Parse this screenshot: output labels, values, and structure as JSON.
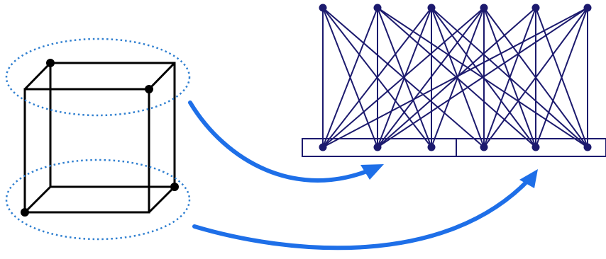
{
  "colors": {
    "cube_edge": "#000000",
    "cube_vertex": "#000000",
    "selection_ellipse": "#2f7fd0",
    "arrow": "#1e6fe8",
    "graph_edge": "#1c1a6e",
    "graph_vertex": "#1c1a6e",
    "partition_box": "#1c1a6e",
    "background": "#ffffff"
  },
  "cube": {
    "front_face": "square",
    "back_face": "square",
    "visible_vertices": 4,
    "upper_group_vertices": [
      "back-top-left",
      "front-top-right"
    ],
    "lower_group_vertices": [
      "front-bottom-left",
      "back-bottom-right"
    ]
  },
  "mapping_arrows": [
    {
      "from": "upper-ellipse",
      "to": "left-partition"
    },
    {
      "from": "lower-ellipse",
      "to": "right-partition"
    }
  ],
  "bipartite_graph": {
    "top_vertex_count": 6,
    "bottom_vertex_count": 6,
    "bottom_partitions": [
      [
        0,
        1,
        2
      ],
      [
        3,
        4,
        5
      ]
    ],
    "edges": [
      [
        0,
        0
      ],
      [
        0,
        1
      ],
      [
        0,
        2
      ],
      [
        0,
        3
      ],
      [
        1,
        0
      ],
      [
        1,
        1
      ],
      [
        1,
        2
      ],
      [
        1,
        4
      ],
      [
        1,
        5
      ],
      [
        2,
        0
      ],
      [
        2,
        1
      ],
      [
        2,
        2
      ],
      [
        2,
        3
      ],
      [
        2,
        4
      ],
      [
        2,
        5
      ],
      [
        3,
        0
      ],
      [
        3,
        1
      ],
      [
        3,
        2
      ],
      [
        3,
        3
      ],
      [
        3,
        4
      ],
      [
        3,
        5
      ],
      [
        4,
        1
      ],
      [
        4,
        3
      ],
      [
        4,
        4
      ],
      [
        4,
        5
      ],
      [
        5,
        0
      ],
      [
        5,
        1
      ],
      [
        5,
        3
      ],
      [
        5,
        4
      ],
      [
        5,
        5
      ]
    ]
  }
}
